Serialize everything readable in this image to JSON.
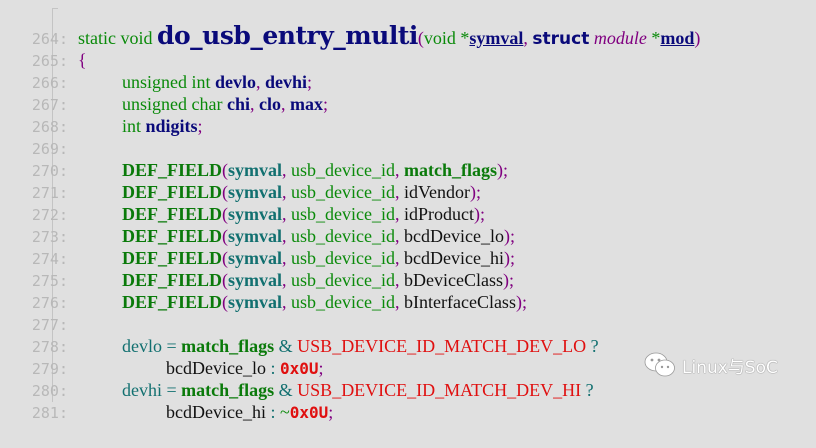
{
  "editor": {
    "lines": [
      {
        "num": "264:",
        "tokens": {
          "static": "static",
          "void": "void",
          "fname": "do_usb_entry_multi",
          "lp": "(",
          "void2": "void",
          "star1": " *",
          "p1": "symval",
          "comma": ",",
          "struct": "struct",
          "module": "module",
          "star2": " *",
          "p2": "mod",
          "rp": ")"
        }
      },
      {
        "num": "265:",
        "tokens": {
          "brace": "{"
        }
      },
      {
        "num": "266:",
        "tokens": {
          "type": "unsigned int",
          "v1": "devlo",
          "c1": ",",
          "v2": "devhi",
          "semi": ";"
        }
      },
      {
        "num": "267:",
        "tokens": {
          "type": "unsigned char",
          "v1": "chi",
          "c1": ",",
          "v2": "clo",
          "c2": ",",
          "v3": "max",
          "semi": ";"
        }
      },
      {
        "num": "268:",
        "tokens": {
          "type": "int",
          "v1": "ndigits",
          "semi": ";"
        }
      },
      {
        "num": "269:",
        "tokens": {}
      },
      {
        "num": "270:",
        "tokens": {
          "macro": "DEF_FIELD",
          "lp": "(",
          "sym": "symval",
          "c1": ",",
          "typ": "usb_device_id",
          "c2": ",",
          "field": "match_flags",
          "rp": ")",
          "semi": ";"
        }
      },
      {
        "num": "271:",
        "tokens": {
          "macro": "DEF_FIELD",
          "lp": "(",
          "sym": "symval",
          "c1": ",",
          "typ": "usb_device_id",
          "c2": ",",
          "field": "idVendor",
          "rp": ")",
          "semi": ";"
        }
      },
      {
        "num": "272:",
        "tokens": {
          "macro": "DEF_FIELD",
          "lp": "(",
          "sym": "symval",
          "c1": ",",
          "typ": "usb_device_id",
          "c2": ",",
          "field": "idProduct",
          "rp": ")",
          "semi": ";"
        }
      },
      {
        "num": "273:",
        "tokens": {
          "macro": "DEF_FIELD",
          "lp": "(",
          "sym": "symval",
          "c1": ",",
          "typ": "usb_device_id",
          "c2": ",",
          "field": "bcdDevice_lo",
          "rp": ")",
          "semi": ";"
        }
      },
      {
        "num": "274:",
        "tokens": {
          "macro": "DEF_FIELD",
          "lp": "(",
          "sym": "symval",
          "c1": ",",
          "typ": "usb_device_id",
          "c2": ",",
          "field": "bcdDevice_hi",
          "rp": ")",
          "semi": ";"
        }
      },
      {
        "num": "275:",
        "tokens": {
          "macro": "DEF_FIELD",
          "lp": "(",
          "sym": "symval",
          "c1": ",",
          "typ": "usb_device_id",
          "c2": ",",
          "field": "bDeviceClass",
          "rp": ")",
          "semi": ";"
        }
      },
      {
        "num": "276:",
        "tokens": {
          "macro": "DEF_FIELD",
          "lp": "(",
          "sym": "symval",
          "c1": ",",
          "typ": "usb_device_id",
          "c2": ",",
          "field": "bInterfaceClass",
          "rp": ")",
          "semi": ";"
        }
      },
      {
        "num": "277:",
        "tokens": {}
      },
      {
        "num": "278:",
        "tokens": {
          "lhs": "devlo",
          "eq": " = ",
          "flags": "match_flags",
          "amp": " & ",
          "const": "USB_DEVICE_ID_MATCH_DEV_LO",
          "q": " ?"
        }
      },
      {
        "num": "279:",
        "tokens": {
          "field": "bcdDevice_lo",
          "colon": " : ",
          "num": "0x0U",
          "semi": ";"
        }
      },
      {
        "num": "280:",
        "tokens": {
          "lhs": "devhi",
          "eq": " = ",
          "flags": "match_flags",
          "amp": " & ",
          "const": "USB_DEVICE_ID_MATCH_DEV_HI",
          "q": " ?"
        }
      },
      {
        "num": "281:",
        "tokens": {
          "field": "bcdDevice_hi",
          "colon": " : ",
          "tilde": "~",
          "num": "0x0U",
          "semi": ";"
        }
      }
    ]
  },
  "watermark": {
    "icon": "wechat-icon",
    "text": "Linux与SoC"
  },
  "colors": {
    "background": "#e0e0e0",
    "keyword": "#0a8a0a",
    "identifier": "#0a0a7a",
    "punctuation": "#800080",
    "constant": "#e01010",
    "line_number": "#b8b8b8"
  }
}
